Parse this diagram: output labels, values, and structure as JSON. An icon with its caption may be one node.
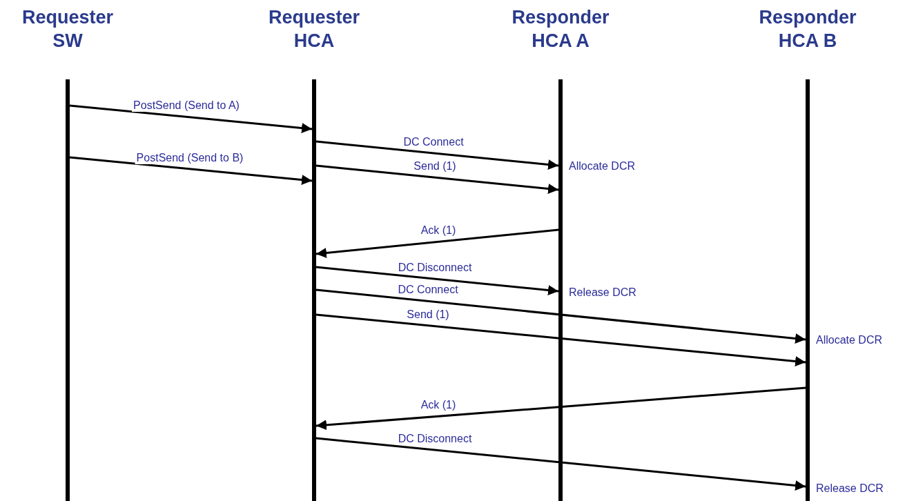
{
  "diagram": {
    "nodes": [
      {
        "text": [
          "Requester SW"
        ]
      },
      {
        "text": [
          "Requester HCA"
        ]
      },
      {
        "text": [
          "Responder HCA A"
        ]
      },
      {
        "text": [
          "Responder HCA B"
        ]
      }
    ],
    "edges": [
      {
        "from": 0,
        "to": 1,
        "arrow": "to",
        "label": "PostSend (Send to A)"
      },
      {
        "from": 1,
        "to": 2,
        "arrow": "to",
        "label": "DC Connect"
      },
      {
        "from": 0,
        "to": 1,
        "arrow": "to",
        "label": "PostSend (Send to B)"
      },
      {
        "from": 1,
        "to": 2,
        "arrow": "to",
        "label": "Send (1)"
      },
      {
        "from": 2,
        "to": 1,
        "arrow": "to",
        "label": "Ack (1)"
      },
      {
        "from": 1,
        "to": 2,
        "arrow": "to",
        "label": "DC Disconnect"
      },
      {
        "from": 1,
        "to": 3,
        "arrow": "to",
        "label": "DC Connect"
      },
      {
        "from": 1,
        "to": 3,
        "arrow": "to",
        "label": "Send (1)"
      },
      {
        "from": 3,
        "to": 1,
        "arrow": "to",
        "label": "Ack (1)"
      },
      {
        "from": 1,
        "to": 3,
        "arrow": "to",
        "label": "DC Disconnect"
      }
    ],
    "labels": [
      "Allocate DCR",
      "Release DCR",
      "Allocate DCR",
      "Release DCR"
    ]
  }
}
